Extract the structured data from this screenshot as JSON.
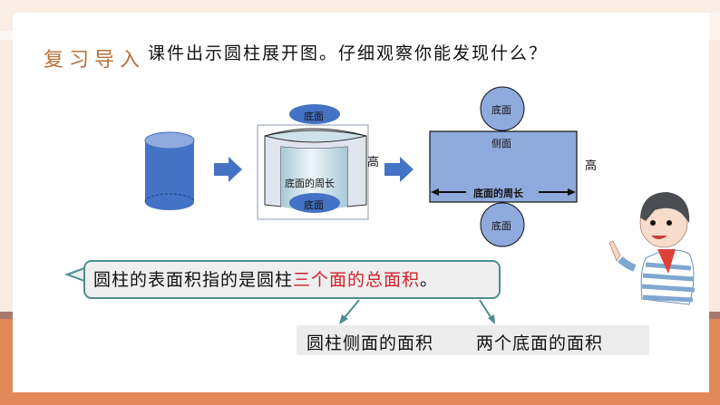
{
  "header": {
    "section_tag": "复习导入",
    "title": "课件出示圆柱展开图。仔细观察你能发现什么？"
  },
  "diagram": {
    "unroll_labels": {
      "top_base": "底面",
      "bottom_base": "底面",
      "circumference": "底面的周长",
      "height": "高"
    },
    "net_labels": {
      "top_base": "底面",
      "side": "侧面",
      "circumference": "底面的周长",
      "height": "高",
      "bottom_base": "底面"
    }
  },
  "bubble": {
    "text_plain": "圆柱的表面积指的是圆柱",
    "text_emphasis": "三个面的总面积",
    "text_end": "。"
  },
  "answers": {
    "lateral": "圆柱侧面的面积",
    "bases": "两个底面的面积"
  },
  "colors": {
    "accent": "#b8703a",
    "emphasis": "#d2202a",
    "frame": "#e2895c",
    "bubble_border": "#4f8d8c",
    "net_fill": "#8faadc",
    "cylinder_fill": "#4472c4"
  }
}
